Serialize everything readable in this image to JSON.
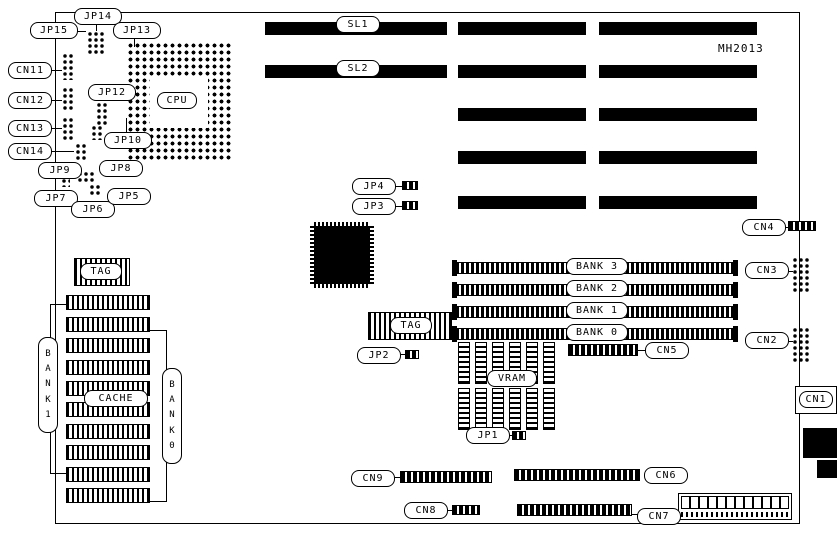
{
  "diagram": {
    "part_number": "MH2013",
    "colors": {
      "line": "#000000",
      "background": "#ffffff"
    }
  },
  "labels": {
    "jp14": "JP14",
    "jp15": "JP15",
    "jp13": "JP13",
    "jp12": "JP12",
    "jp10": "JP10",
    "jp9": "JP9",
    "jp8": "JP8",
    "jp7": "JP7",
    "jp6": "JP6",
    "jp5": "JP5",
    "jp4": "JP4",
    "jp3": "JP3",
    "jp2": "JP2",
    "jp1": "JP1",
    "cn11": "CN11",
    "cn12": "CN12",
    "cn13": "CN13",
    "cn14": "CN14",
    "cn1": "CN1",
    "cn2": "CN2",
    "cn3": "CN3",
    "cn4": "CN4",
    "cn5": "CN5",
    "cn6": "CN6",
    "cn7": "CN7",
    "cn8": "CN8",
    "cn9": "CN9",
    "cpu": "CPU",
    "sl1": "SL1",
    "sl2": "SL2",
    "tag_left": "TAG",
    "tag_mid": "TAG",
    "bank3": "BANK 3",
    "bank2": "BANK 2",
    "bank1": "BANK 1",
    "bank0": "BANK 0",
    "cache": "CACHE",
    "vram": "VRAM",
    "bank1_vertical": "B\nA\nN\nK\n1",
    "bank0_vertical": "B\nA\nN\nK\n0"
  }
}
